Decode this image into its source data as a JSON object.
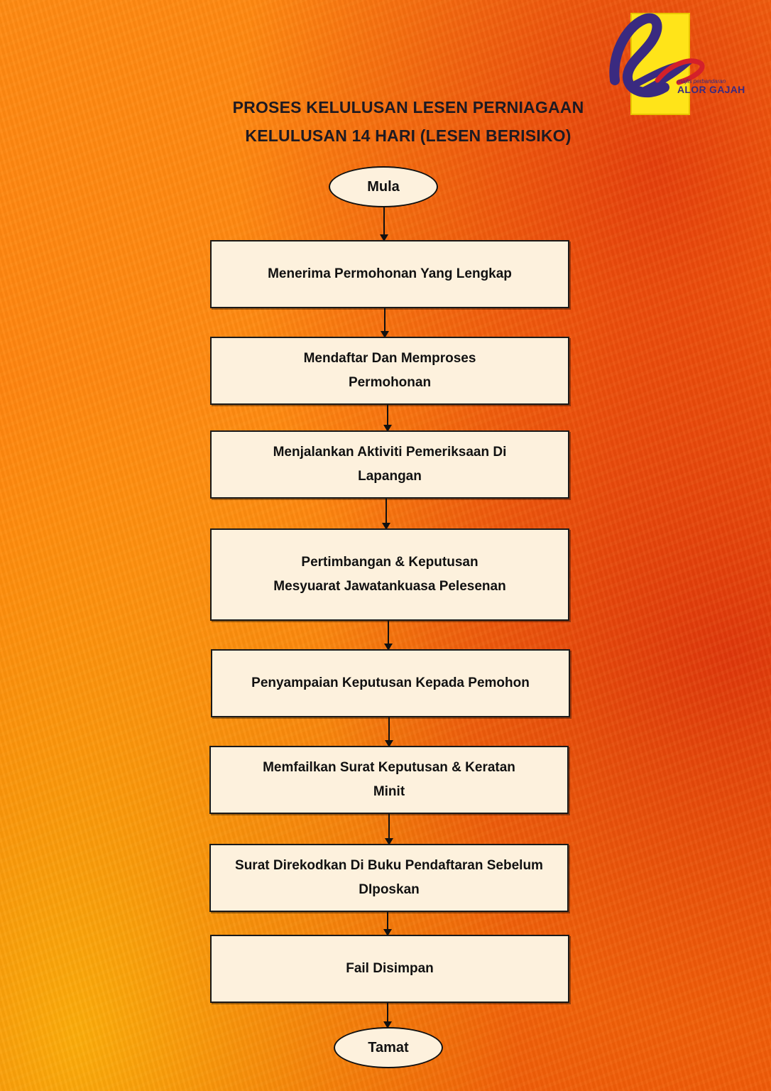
{
  "header": {
    "title_line1": "PROSES KELULUSAN LESEN PERNIAGAAN",
    "title_line2": "KELULUSAN 14 HARI (LESEN BERISIKO)"
  },
  "logo": {
    "small_text": "majlis perbandaran",
    "big_text": "ALOR GAJAH",
    "colors": {
      "yellow": "#ffe419",
      "purple": "#3a2a80",
      "red": "#d4202a"
    }
  },
  "flow": {
    "start": "Mula",
    "steps": [
      "Menerima Permohonan Yang  Lengkap",
      "Mendaftar Dan Memproses\nPermohonan",
      "Menjalankan Aktiviti Pemeriksaan Di\nLapangan",
      "Pertimbangan & Keputusan\nMesyuarat  Jawatankuasa Pelesenan",
      "Penyampaian Keputusan Kepada Pemohon",
      "Memfailkan Surat Keputusan & Keratan\nMinit",
      "Surat Direkodkan Di Buku Pendaftaran Sebelum\nDIposkan",
      "Fail Disimpan"
    ],
    "end": "Tamat"
  }
}
